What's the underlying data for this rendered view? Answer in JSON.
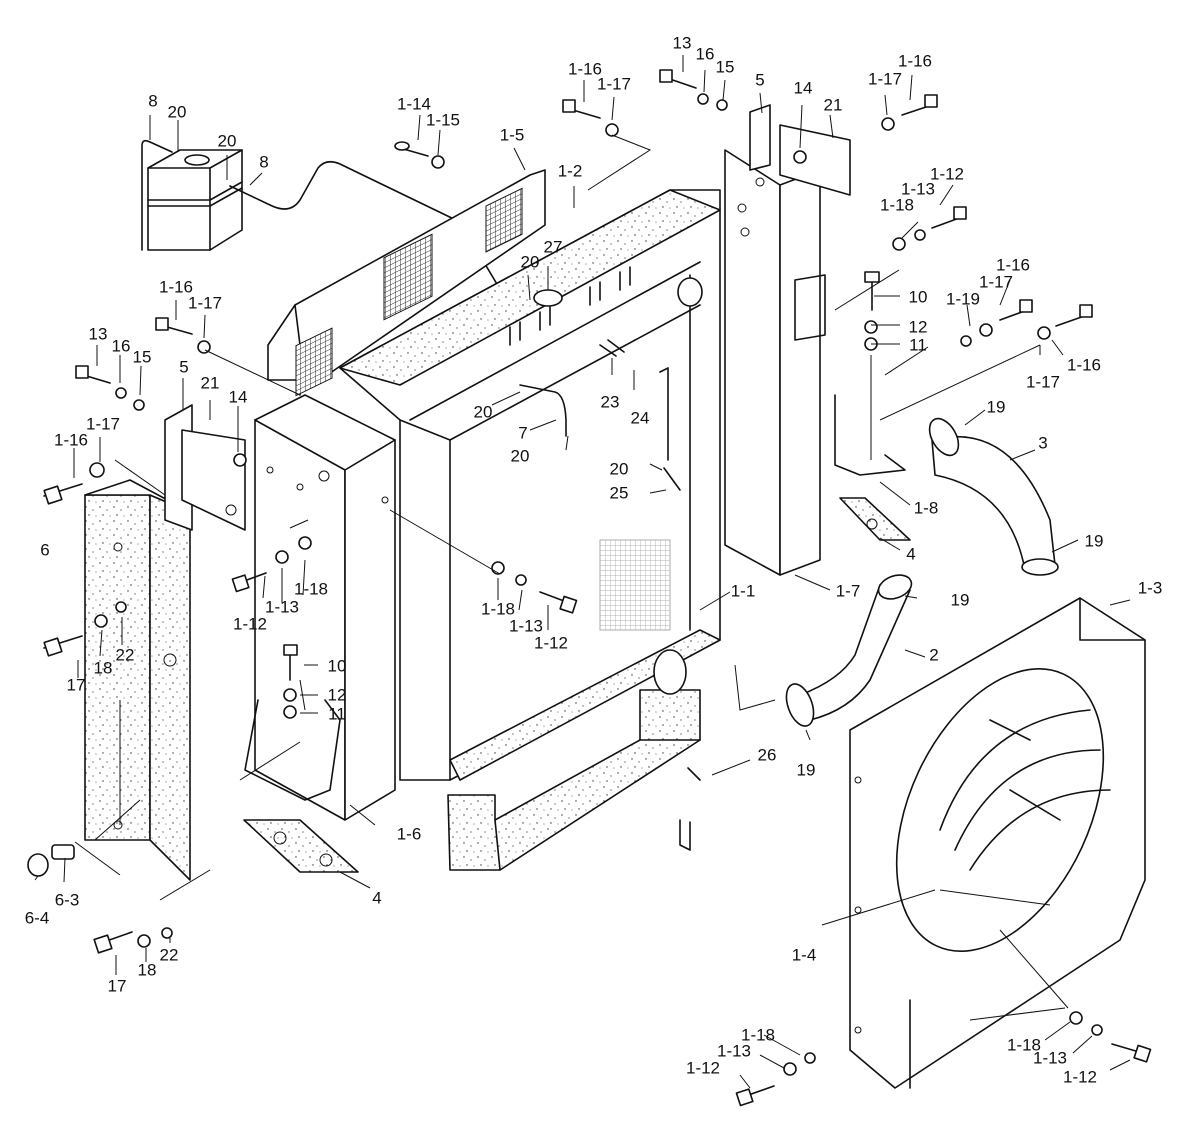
{
  "labels": [
    {
      "text": "8"
    },
    {
      "text": "20"
    },
    {
      "text": "20"
    },
    {
      "text": "8"
    },
    {
      "text": "1-14"
    },
    {
      "text": "1-15"
    },
    {
      "text": "1-5"
    },
    {
      "text": "1-16"
    },
    {
      "text": "1-17"
    },
    {
      "text": "1-2"
    },
    {
      "text": "13"
    },
    {
      "text": "16"
    },
    {
      "text": "15"
    },
    {
      "text": "5"
    },
    {
      "text": "14"
    },
    {
      "text": "21"
    },
    {
      "text": "1-17"
    },
    {
      "text": "1-16"
    },
    {
      "text": "1-12"
    },
    {
      "text": "1-13"
    },
    {
      "text": "1-18"
    },
    {
      "text": "27"
    },
    {
      "text": "20"
    },
    {
      "text": "1-16"
    },
    {
      "text": "1-17"
    },
    {
      "text": "13"
    },
    {
      "text": "16"
    },
    {
      "text": "15"
    },
    {
      "text": "5"
    },
    {
      "text": "21"
    },
    {
      "text": "14"
    },
    {
      "text": "1-16"
    },
    {
      "text": "1-17"
    },
    {
      "text": "6"
    },
    {
      "text": "20"
    },
    {
      "text": "7"
    },
    {
      "text": "20"
    },
    {
      "text": "23"
    },
    {
      "text": "24"
    },
    {
      "text": "10"
    },
    {
      "text": "12"
    },
    {
      "text": "11"
    },
    {
      "text": "1-16"
    },
    {
      "text": "1-17"
    },
    {
      "text": "1-19"
    },
    {
      "text": "1-16"
    },
    {
      "text": "1-17"
    },
    {
      "text": "19"
    },
    {
      "text": "3"
    },
    {
      "text": "20"
    },
    {
      "text": "25"
    },
    {
      "text": "1-8"
    },
    {
      "text": "4"
    },
    {
      "text": "19"
    },
    {
      "text": "1-12"
    },
    {
      "text": "1-13"
    },
    {
      "text": "1-18"
    },
    {
      "text": "1-18"
    },
    {
      "text": "1-13"
    },
    {
      "text": "1-12"
    },
    {
      "text": "1-1"
    },
    {
      "text": "1-7"
    },
    {
      "text": "19"
    },
    {
      "text": "1-3"
    },
    {
      "text": "17"
    },
    {
      "text": "18"
    },
    {
      "text": "22"
    },
    {
      "text": "10"
    },
    {
      "text": "12"
    },
    {
      "text": "11"
    },
    {
      "text": "2"
    },
    {
      "text": "19"
    },
    {
      "text": "26"
    },
    {
      "text": "1-6"
    },
    {
      "text": "6-4"
    },
    {
      "text": "6-3"
    },
    {
      "text": "4"
    },
    {
      "text": "1-4"
    },
    {
      "text": "17"
    },
    {
      "text": "18"
    },
    {
      "text": "22"
    },
    {
      "text": "1-18"
    },
    {
      "text": "1-13"
    },
    {
      "text": "1-12"
    },
    {
      "text": "1-18"
    },
    {
      "text": "1-13"
    },
    {
      "text": "1-12"
    }
  ]
}
